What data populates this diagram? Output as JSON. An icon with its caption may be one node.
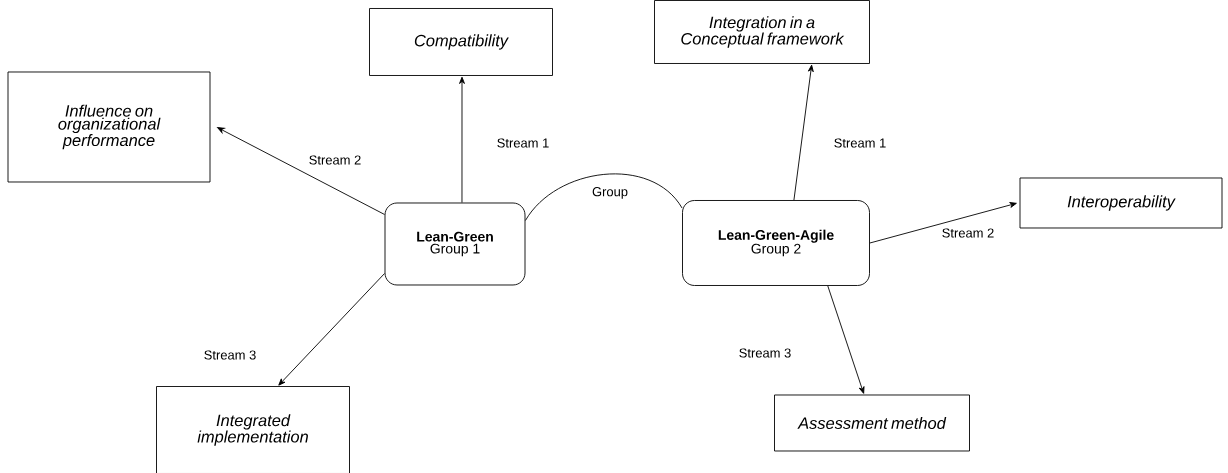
{
  "diagram": {
    "nodes": [
      {
        "text": [
          "Lean-Green",
          "Group 1"
        ]
      },
      {
        "text": [
          "Lean-Green-Agile",
          "Group 2"
        ]
      },
      {
        "text": [
          "Compatibility"
        ]
      },
      {
        "text": [
          "Influence on organizational performance"
        ]
      },
      {
        "text": [
          "Integrated implementation"
        ]
      },
      {
        "text": [
          "Integration in a Conceptual framework"
        ]
      },
      {
        "text": [
          "Interoperability"
        ]
      },
      {
        "text": [
          "Assessment method"
        ]
      }
    ],
    "edges": [
      {
        "from": 0,
        "to": 2,
        "arrow": "to",
        "label": "Stream 1"
      },
      {
        "from": 0,
        "to": 3,
        "arrow": "to",
        "label": "Stream 2"
      },
      {
        "from": 0,
        "to": 4,
        "arrow": "to",
        "label": "Stream 3"
      },
      {
        "from": 0,
        "to": 1,
        "arrow": "none",
        "label": "Group"
      },
      {
        "from": 1,
        "to": 5,
        "arrow": "to",
        "label": "Stream 1"
      },
      {
        "from": 1,
        "to": 6,
        "arrow": "to",
        "label": "Stream 2"
      },
      {
        "from": 1,
        "to": 7,
        "arrow": "to",
        "label": "Stream 3"
      }
    ]
  }
}
